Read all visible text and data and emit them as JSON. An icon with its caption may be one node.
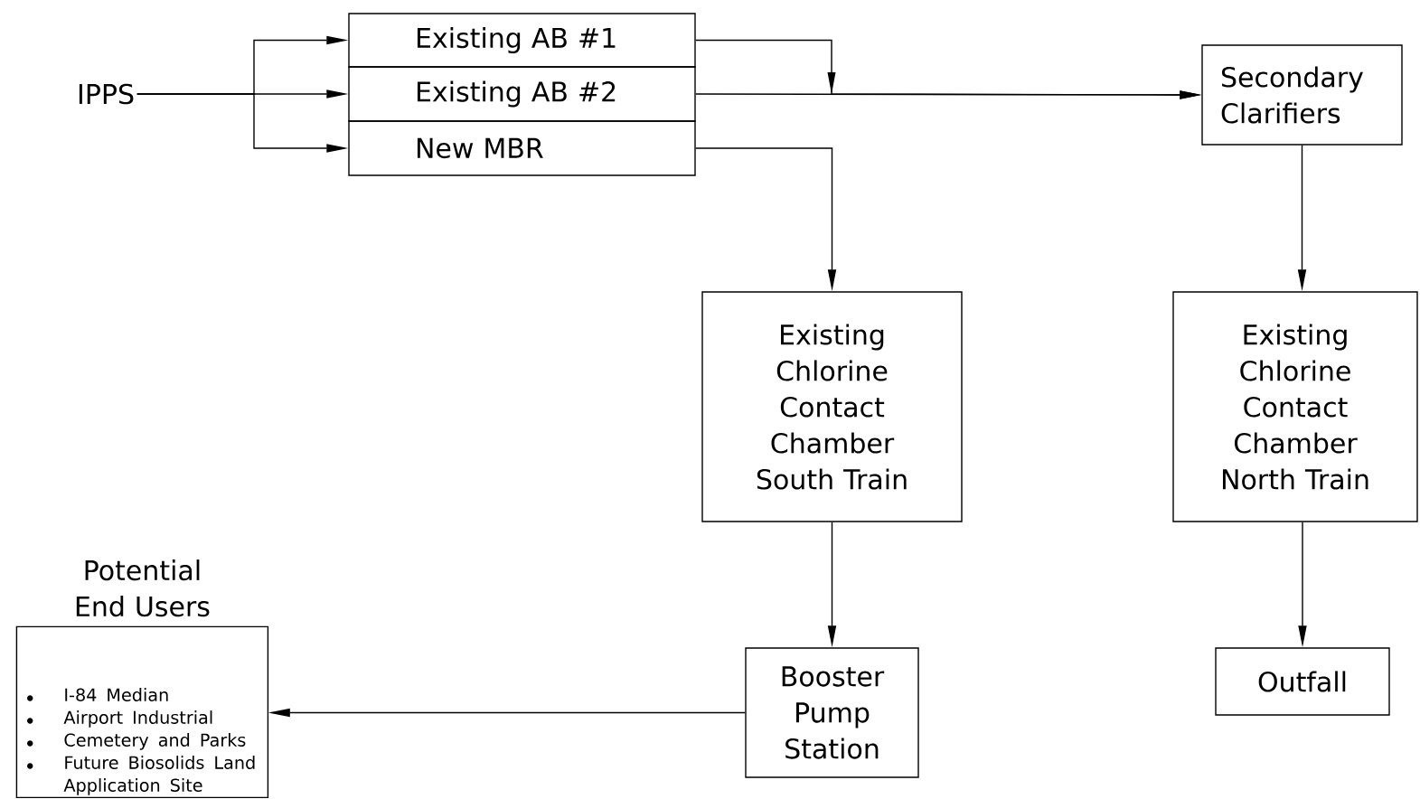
{
  "diagram": {
    "nodes": [
      {
        "text": [
          "IPPS"
        ]
      },
      {
        "text": [
          "Existing AB #1"
        ]
      },
      {
        "text": [
          "Existing AB #2"
        ]
      },
      {
        "text": [
          "New MBR"
        ]
      },
      {
        "text": [
          "Secondary Clarifiers"
        ]
      },
      {
        "text": [
          "Existing Chlorine Contact Chamber South Train"
        ]
      },
      {
        "text": [
          "Existing Chlorine Contact Chamber North Train"
        ]
      },
      {
        "text": [
          "Booster Pump Station"
        ]
      },
      {
        "text": [
          "Potential End Users",
          "I-84 Median",
          "Airport Industrial",
          "Cemetery and Parks",
          "Future Biosolids Land Application Site"
        ]
      },
      {
        "text": [
          "Outfall"
        ]
      }
    ],
    "edges": [
      {
        "from": 0,
        "to": 1,
        "arrow": "to"
      },
      {
        "from": 0,
        "to": 2,
        "arrow": "to"
      },
      {
        "from": 0,
        "to": 3,
        "arrow": "to"
      },
      {
        "from": 1,
        "to": 4,
        "arrow": "to"
      },
      {
        "from": 2,
        "to": 4,
        "arrow": "to"
      },
      {
        "from": 3,
        "to": 5,
        "arrow": "to"
      },
      {
        "from": 4,
        "to": 6,
        "arrow": "to"
      },
      {
        "from": 5,
        "to": 7,
        "arrow": "to"
      },
      {
        "from": 6,
        "to": 9,
        "arrow": "to"
      },
      {
        "from": 7,
        "to": 8,
        "arrow": "to"
      }
    ]
  }
}
